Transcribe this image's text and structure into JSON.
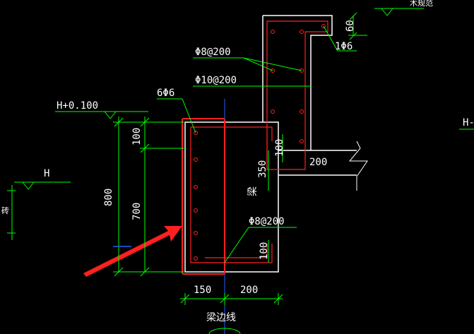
{
  "colors": {
    "background": "#000000",
    "dim_line": "#00ff00",
    "concrete": "#ffffff",
    "rebar": "#ff2020",
    "axis": "#2060ff",
    "highlight": "#ff2020",
    "text": "#ffffff"
  },
  "labels": {
    "level_h_top": "H+0.100",
    "level_h": "H",
    "level_h_right": "H-",
    "rebar_6phi6": "6Φ6",
    "rebar_phi8_200_top": "Φ8@200",
    "rebar_phi10_200": "Φ10@200",
    "rebar_1phi6": "1Φ6",
    "rebar_phi8_200_bottom": "Φ8@200",
    "beam_char": "梁",
    "beam_edge_line": "梁边线",
    "top_right_cut": "木规范"
  },
  "dimensions": {
    "d800": "800",
    "d100_left": "100",
    "d700": "700",
    "d100_inner": "100",
    "d350": "350",
    "d100_bottom": "100",
    "d200_right": "200",
    "d60": "60",
    "d150": "150",
    "d200_bottom": "200"
  },
  "annotations": {
    "left_edge_char": "砖"
  }
}
